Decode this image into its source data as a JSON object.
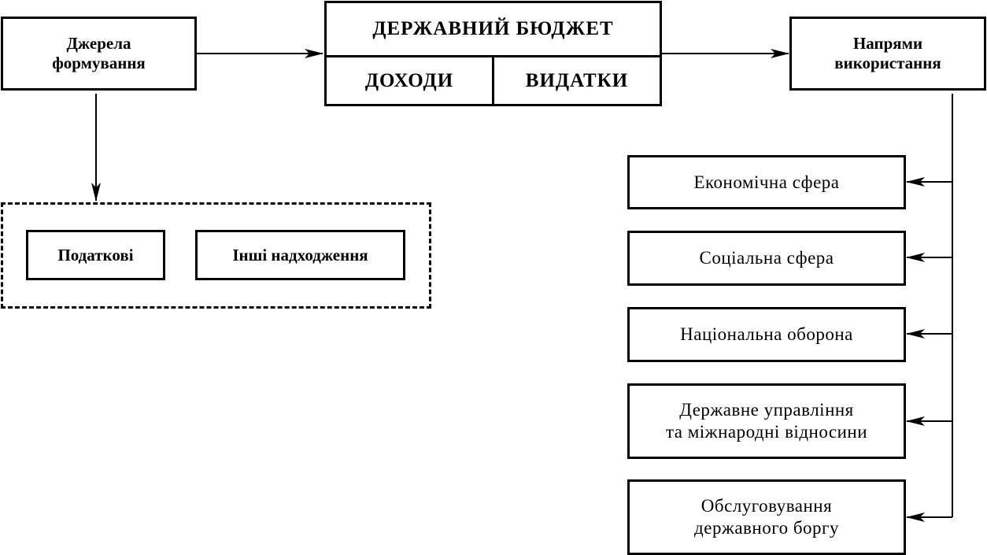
{
  "budget": {
    "title": "ДЕРЖАВНИЙ БЮДЖЕТ",
    "income": "ДОХОДИ",
    "expenses": "ВИДАТКИ"
  },
  "sources": {
    "title": "Джерела\nформування",
    "items": [
      "Податкові",
      "Інші надходження"
    ]
  },
  "directions": {
    "title": "Напрями\nвикористання",
    "items": [
      "Економічна сфера",
      "Соціальна сфера",
      "Національна оборона",
      "Державне управління\nта міжнародні відносини",
      "Обслуговування\nдержавного боргу"
    ]
  }
}
